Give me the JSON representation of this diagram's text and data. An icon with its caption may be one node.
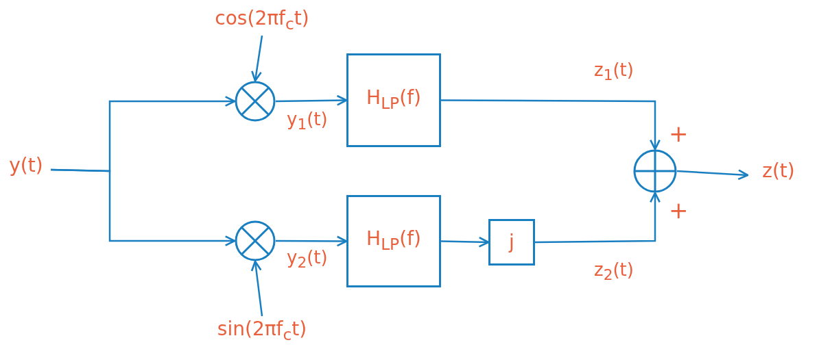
{
  "diagram": {
    "nodes": [
      {
        "text": [
          "y(t)"
        ]
      },
      {
        "text": [
          "cos(2πf$_{c}$t)"
        ]
      },
      {
        "text": [],
        "shape": "circle"
      },
      {
        "text": [
          "H$_{LP}$(f)"
        ]
      },
      {
        "text": [
          "sin(2πf$_{c}$t)"
        ]
      },
      {
        "text": [],
        "shape": "circle"
      },
      {
        "text": [
          "H$_{LP}$(f)"
        ]
      },
      {
        "text": [
          "j"
        ]
      },
      {
        "text": [],
        "shape": "circle"
      },
      {
        "text": [
          "z(t)"
        ]
      }
    ],
    "edges": [
      {
        "from": 0,
        "to": 2,
        "arrow": "to"
      },
      {
        "from": 0,
        "to": 5,
        "arrow": "to"
      },
      {
        "from": 1,
        "to": 2,
        "arrow": "to"
      },
      {
        "from": 2,
        "to": 3,
        "arrow": "to",
        "label": "y$_{1}$(t)"
      },
      {
        "from": 4,
        "to": 5,
        "arrow": "to"
      },
      {
        "from": 5,
        "to": 6,
        "arrow": "to",
        "label": "y$_{2}$(t)"
      },
      {
        "from": 6,
        "to": 7,
        "arrow": "to"
      },
      {
        "from": 3,
        "to": 8,
        "arrow": "to",
        "label": "z$_{1}$(t)"
      },
      {
        "from": 7,
        "to": 8,
        "arrow": "to",
        "label": "z$_{2}$(t)"
      },
      {
        "from": 8,
        "to": 9,
        "arrow": "to"
      }
    ],
    "labels": [
      "+",
      "+"
    ]
  }
}
